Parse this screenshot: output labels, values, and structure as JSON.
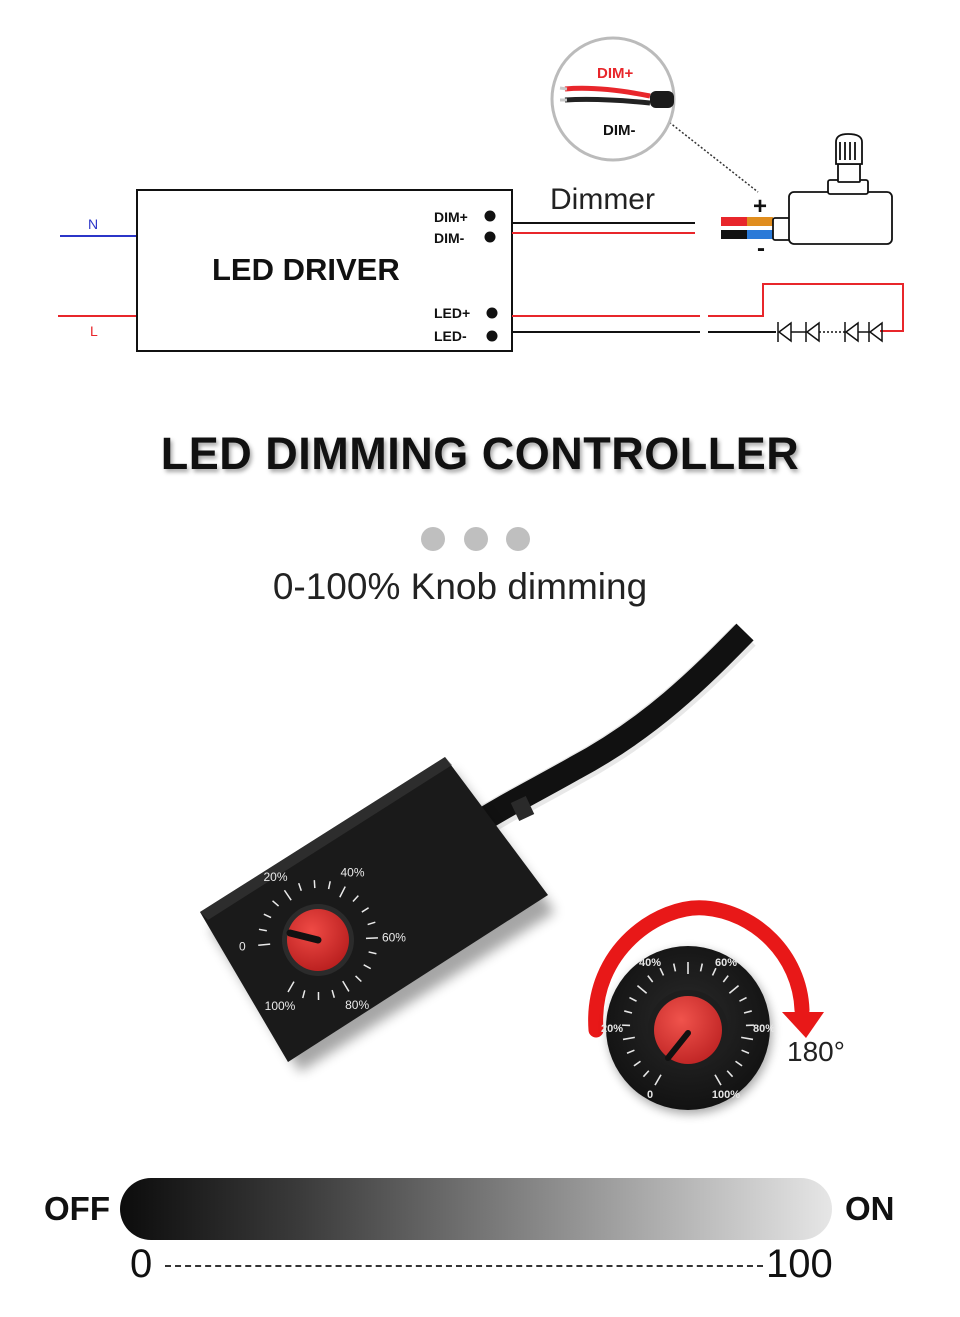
{
  "wiring": {
    "neutral_label": "N",
    "live_label": "L",
    "driver_label": "LED DRIVER",
    "dim_plus": "DIM+",
    "dim_minus": "DIM-",
    "led_plus": "LED+",
    "led_minus": "LED-",
    "dimmer_label": "Dimmer",
    "plus_sign": "+",
    "minus_sign": "-",
    "zoom_dim_plus": "DIM+",
    "zoom_dim_minus": "DIM-"
  },
  "heading": "LED DIMMING CONTROLLER",
  "subtitle": "0-100% Knob dimming",
  "device_dial": {
    "labels": [
      "0",
      "20%",
      "40%",
      "60%",
      "80%",
      "100%"
    ]
  },
  "closeup_dial": {
    "labels": [
      "0",
      "20%",
      "40%",
      "60%",
      "80%",
      "100%"
    ],
    "rotation_label": "180°"
  },
  "brightness_scale": {
    "off_label": "OFF",
    "on_label": "ON",
    "min_label": "0",
    "max_label": "100"
  },
  "colors": {
    "wire_red": "#e8262b",
    "wire_blue": "#2b35c8",
    "knob_red": "#e0322f",
    "arrow_red": "#e81818",
    "device_black": "#1a1a1a"
  }
}
